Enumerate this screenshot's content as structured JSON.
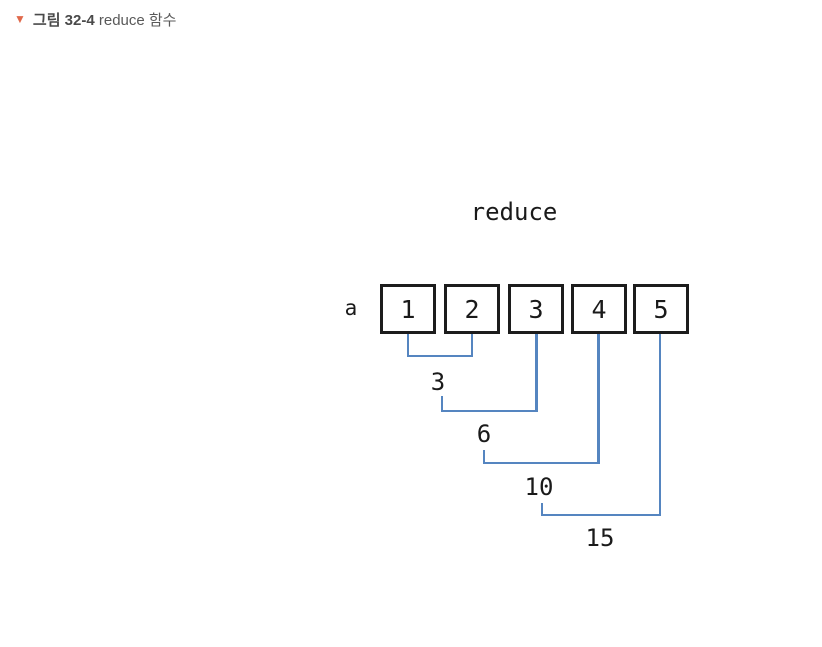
{
  "caption": {
    "marker": "▼",
    "figure_label": "그림 32-4",
    "figure_title": " reduce 함수"
  },
  "diagram": {
    "title": "reduce",
    "array_label": "a",
    "array_values": [
      "1",
      "2",
      "3",
      "4",
      "5"
    ],
    "partial_sums": [
      "3",
      "6",
      "10",
      "15"
    ],
    "colors": {
      "connector_blue": "#5585c0",
      "box_border": "#1c1c1c",
      "caption_marker_orange": "#e0694b",
      "caption_text_gray": "#595959"
    }
  }
}
